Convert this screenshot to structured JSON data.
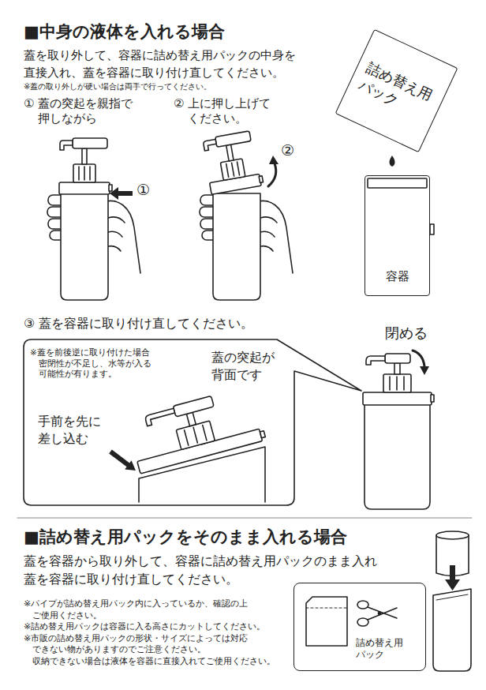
{
  "diagram": {
    "nodes": [
      {
        "text": [
          "詰め替え用 パック"
        ]
      },
      {
        "text": [
          "容器"
        ]
      },
      {
        "text": [
          "※蓋を前後逆に取り付けた場合 密閉性が不足し、水等が入る 可能性が有ります。",
          "蓋の突起が 背面です",
          "手前を先に 差し込む"
        ]
      },
      {
        "text": [
          "詰め替え用 パック"
        ]
      }
    ],
    "labels": [
      "■中身の液体を入れる場合",
      "蓋を取り外して、容器に詰め替え用パックの中身を 直接入れ、蓋を容器に取り付け直してください。",
      "※蓋の取り外しが硬い場合は両手で行ってください。",
      "① 蓋の突起を親指で 押しながら",
      "② 上に押し上げて ください。",
      "①",
      "②",
      "③ 蓋を容器に取り付け直してください。",
      "閉める",
      "■詰め替え用パックをそのまま入れる場合",
      "蓋を容器から取り外して、容器に詰め替え用パックのまま入れ 蓋を容器に取り付け直してください。",
      "※パイプが詰め替え用パック内に入っているか、確認の上 ご使用ください。",
      "※詰め替え用パックは容器に入る高さにカットしてください。",
      "※市販の詰め替え用パックの形状・サイズによっては対応 できない物がありますのでご注意ください。 収納できない場合は液体を容器に直接入れてご使用ください。"
    ]
  }
}
